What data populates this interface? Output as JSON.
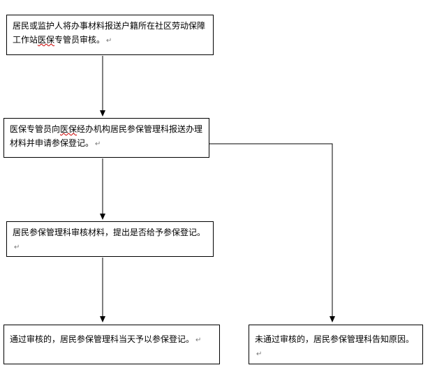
{
  "steps": [
    {
      "id": "step-1",
      "text_before": "居民或监护人将办事材料报送户籍所在社区劳动保障工作站",
      "text_squig": "医保",
      "text_after": "专管员审核。"
    },
    {
      "id": "step-2",
      "text_before": "医保专管员向",
      "text_squig": "医保",
      "text_after": "经办机构居民参保管理科报送办理材料并申请参保登记。"
    },
    {
      "id": "step-3",
      "text": "居民参保管理科审核材料，提出是否给予参保登记。"
    },
    {
      "id": "result-pass",
      "text": "通过审核的，居民参保管理科当天予以参保登记。"
    },
    {
      "id": "result-fail",
      "text": "未通过审核的，居民参保管理科告知原因。"
    }
  ],
  "paragraph_mark": "↵"
}
